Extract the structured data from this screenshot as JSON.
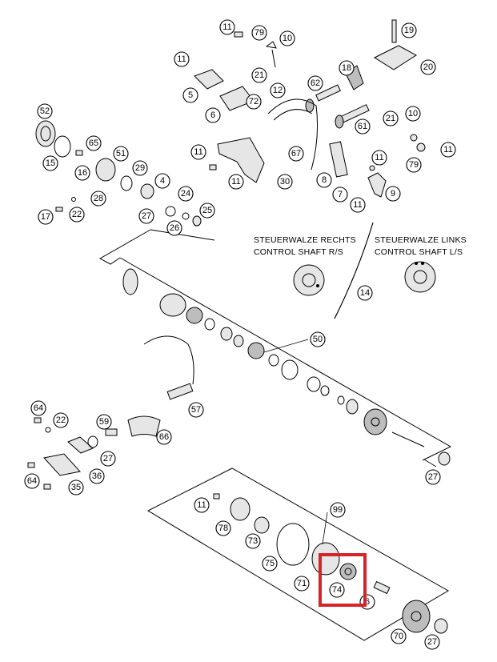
{
  "labels": {
    "right_de": "STEUERWALZE RECHTS",
    "right_en": "CONTROL SHAFT R/S",
    "left_de": "STEUERWALZE LINKS",
    "left_en": "CONTROL SHAFT L/S"
  },
  "highlight": {
    "color": "#d6232a",
    "target": "74"
  },
  "callouts": {
    "c11a": "11",
    "c79a": "79",
    "c10a": "10",
    "c19": "19",
    "c11b": "11",
    "c21a": "21",
    "c18": "18",
    "c20": "20",
    "c62": "62",
    "c5": "5",
    "c12": "12",
    "c72": "72",
    "c6": "6",
    "c61": "61",
    "c21b": "21",
    "c10b": "10",
    "c52": "52",
    "c65": "65",
    "c51": "51",
    "c67": "67",
    "c11c": "11",
    "c11d": "11",
    "c15": "15",
    "c16": "16",
    "c29": "29",
    "c4": "4",
    "c11e": "11",
    "c79b": "79",
    "c30": "30",
    "c11f": "11",
    "c8": "8",
    "c9": "9",
    "c7": "7",
    "c11g": "11",
    "c24": "24",
    "c28": "28",
    "c17": "17",
    "c22a": "22",
    "c27a": "27",
    "c26": "26",
    "c25": "25",
    "c14": "14",
    "c50": "50",
    "c57": "57",
    "c64a": "64",
    "c22b": "22",
    "c59": "59",
    "c66": "66",
    "c27b": "27",
    "c64b": "64",
    "c35": "35",
    "c36": "36",
    "c27c": "27",
    "c99": "99",
    "c11h": "11",
    "c78": "78",
    "c73": "73",
    "c75": "75",
    "c71": "71",
    "c74": "74",
    "c6b": "6",
    "c70": "70",
    "c27d": "27"
  }
}
